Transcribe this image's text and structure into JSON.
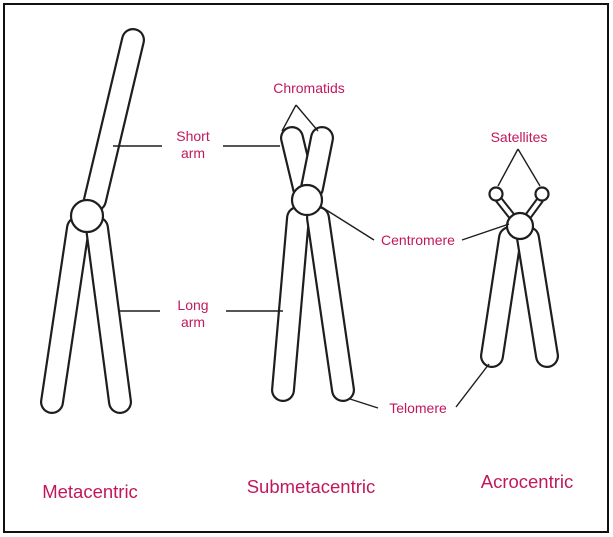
{
  "labels": {
    "chromatids": "Chromatids",
    "short_arm_line1": "Short",
    "short_arm_line2": "arm",
    "long_arm_line1": "Long",
    "long_arm_line2": "arm",
    "centromere": "Centromere",
    "satellites": "Satellites",
    "telomere": "Telomere"
  },
  "chromosome_types": {
    "metacentric": "Metacentric",
    "submetacentric": "Submetacentric",
    "acrocentric": "Acrocentric"
  },
  "colors": {
    "label_text": "#c2185b",
    "outline": "#1e1e1e",
    "background": "#ffffff"
  }
}
